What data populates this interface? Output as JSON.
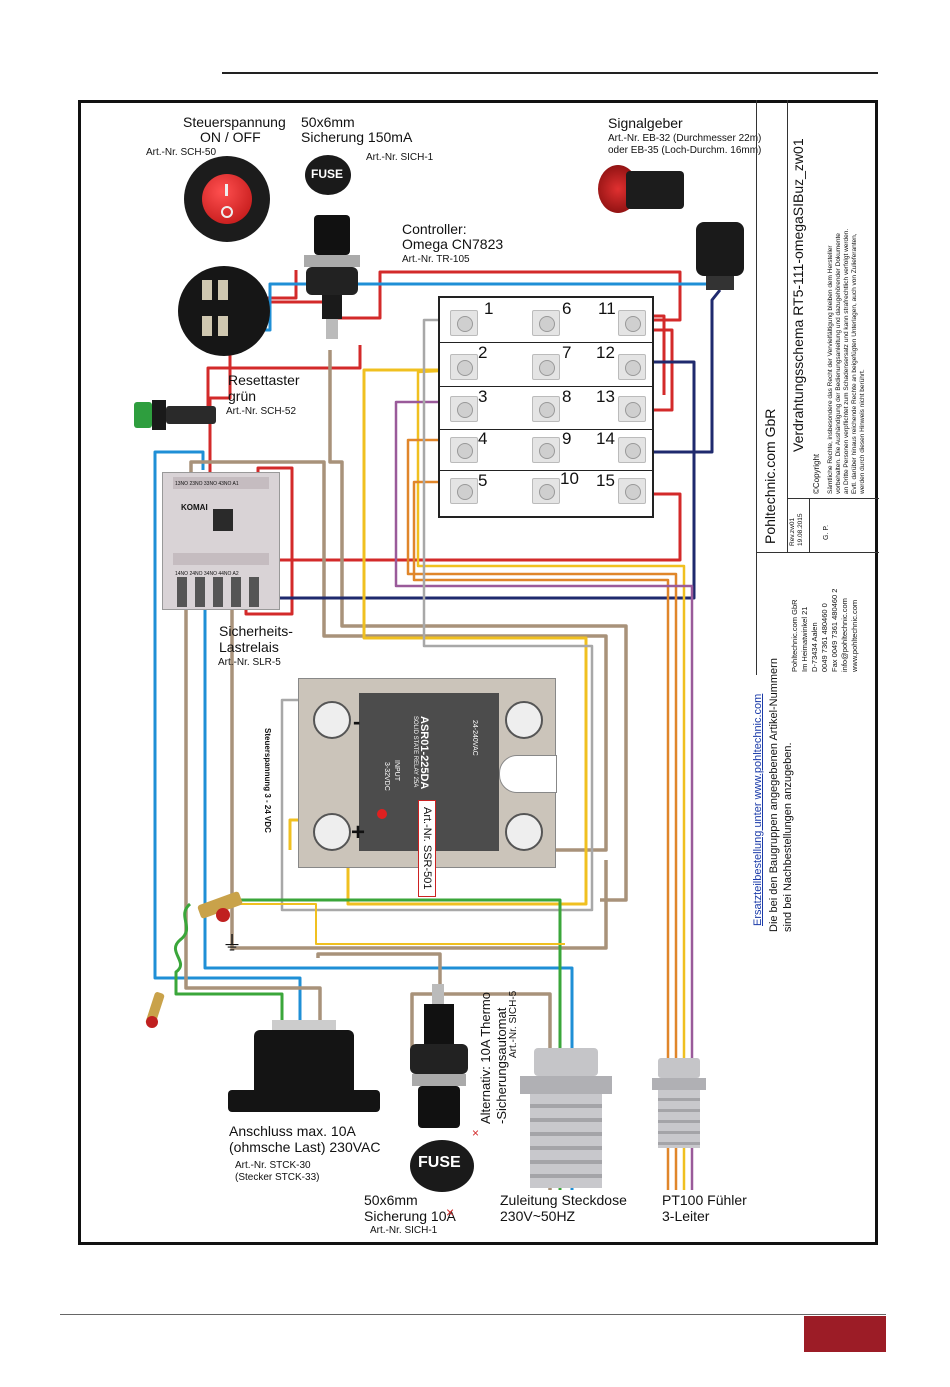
{
  "labels": {
    "steuer_title1": "Steuerspannung",
    "steuer_title2": "ON / OFF",
    "steuer_art": "Art.-Nr. SCH-50",
    "fuse150_line1": "50x6mm",
    "fuse150_line2": "Sicherung 150mA",
    "fuse150_art": "Art.-Nr. SICH-1",
    "fuse_cap": "FUSE",
    "signal_title": "Signalgeber",
    "signal_line1": "Art.-Nr. EB-32 (Durchmesser 22m)",
    "signal_line2": "oder EB-35 (Loch-Durchm. 16mm)",
    "controller_line1": "Controller:",
    "controller_line2": "Omega CN7823",
    "controller_art": "Art.-Nr. TR-105",
    "reset_line1": "Resettaster",
    "reset_line2": "grün",
    "reset_art": "Art.-Nr.  SCH-52",
    "relay_line1": "Sicherheits-",
    "relay_line2": "Lastrelais",
    "relay_art": "Art.-Nr.  SLR-5",
    "relay_brand": "KOMAI",
    "relay_bottom": "14NO 24NO 34NO 44NO A2",
    "relay_top": "13NO 23NO 33NO 43NO A1",
    "ssr_art": "Art.-Nr. SSR-501",
    "ssr_model": "ASR01-225DA",
    "ssr_desc": "SOLID STATE RELAY  25A",
    "ssr_input": "INPUT",
    "ssr_vdc": "3-32VDC",
    "ssr_vac": "24-240VAC",
    "ssr_minus": "-",
    "ssr_plus": "+",
    "steuer_vdc": "Steuerspannung 3 - 24 VDC",
    "ground_symbol": "⏚",
    "anschluss_line1": "Anschluss max. 10A",
    "anschluss_line2": "(ohmsche Last) 230VAC",
    "anschluss_art1": "Art.-Nr. STCK-30",
    "anschluss_art2": "(Stecker STCK-33)",
    "fuse10_line1": "50x6mm",
    "fuse10_line2": "Sicherung 10A",
    "fuse10_art": "Art.-Nr.  SICH-1",
    "fuse10_mark": "×",
    "alt_line1": "Alternativ: 10A Thermo",
    "alt_line2": "-Sicherungsautomat",
    "alt_art": "Art.-Nr. SICH-5",
    "alt_mark": "×",
    "zuleitung_line1": "Zuleitung Steckdose",
    "zuleitung_line2": "230V~50HZ",
    "pt100_line1": "PT100 Fühler",
    "pt100_line2": "3-Leiter",
    "ersatz_link": "Ersatzteilbestellung unter www.pohltechnic.com",
    "ersatz_line1": "Die bei den Baugruppen angegebenen Artikel-Nummern",
    "ersatz_line2": "sind bei Nachbestellungen anzugeben."
  },
  "terminals": [
    "1",
    "2",
    "3",
    "4",
    "5",
    "6",
    "7",
    "8",
    "9",
    "10",
    "11",
    "12",
    "13",
    "14",
    "15"
  ],
  "infobox": {
    "company": "Pohltechnic.com GbR",
    "schema_title": "Verdrahtungsschema  RT5-111-omegaSIBuz_zw01",
    "copyright_head": "©Copyright",
    "copyright_lines": [
      "Sämtliche Rechte, insbesondere das Recht der Vervielfältigung bleiben dem Hersteller",
      "vorbehalten. Die Aushändigung der Bedienungsanleitung und dazugehörender Dokumente",
      "an Dritte Personen verpflichtet zum Schadensersatz und kann strafrechtlich verfolgt werden.",
      "Evtl. darüber hinaus reichende Rechte an beigefügten Unterlagen, auch von Zulieferanten,",
      "werden durch diesen Hinweis nicht berührt."
    ],
    "rev_label": "Rev.zw01",
    "rev_date": "19.08.2015",
    "author": "G. P.",
    "address_lines": [
      "Pohltechnic.com GbR",
      "Im Heimatwinkel 21",
      "D-73434 Aalen",
      "0049 7361 480460 0",
      "Fax 0049 7361 480460 2",
      "info@pohltechnic.com",
      "www.pohltechnic.com"
    ]
  },
  "colors": {
    "red": "#d32a2a",
    "blue": "#1f8fd6",
    "brown": "#a8927a",
    "navy": "#1f2a6e",
    "yellow": "#f0c020",
    "orange": "#e0862a",
    "purple": "#9a5a9a",
    "grey": "#a8a8a8",
    "green": "#3aa63a",
    "accent": "#9c1c26"
  }
}
